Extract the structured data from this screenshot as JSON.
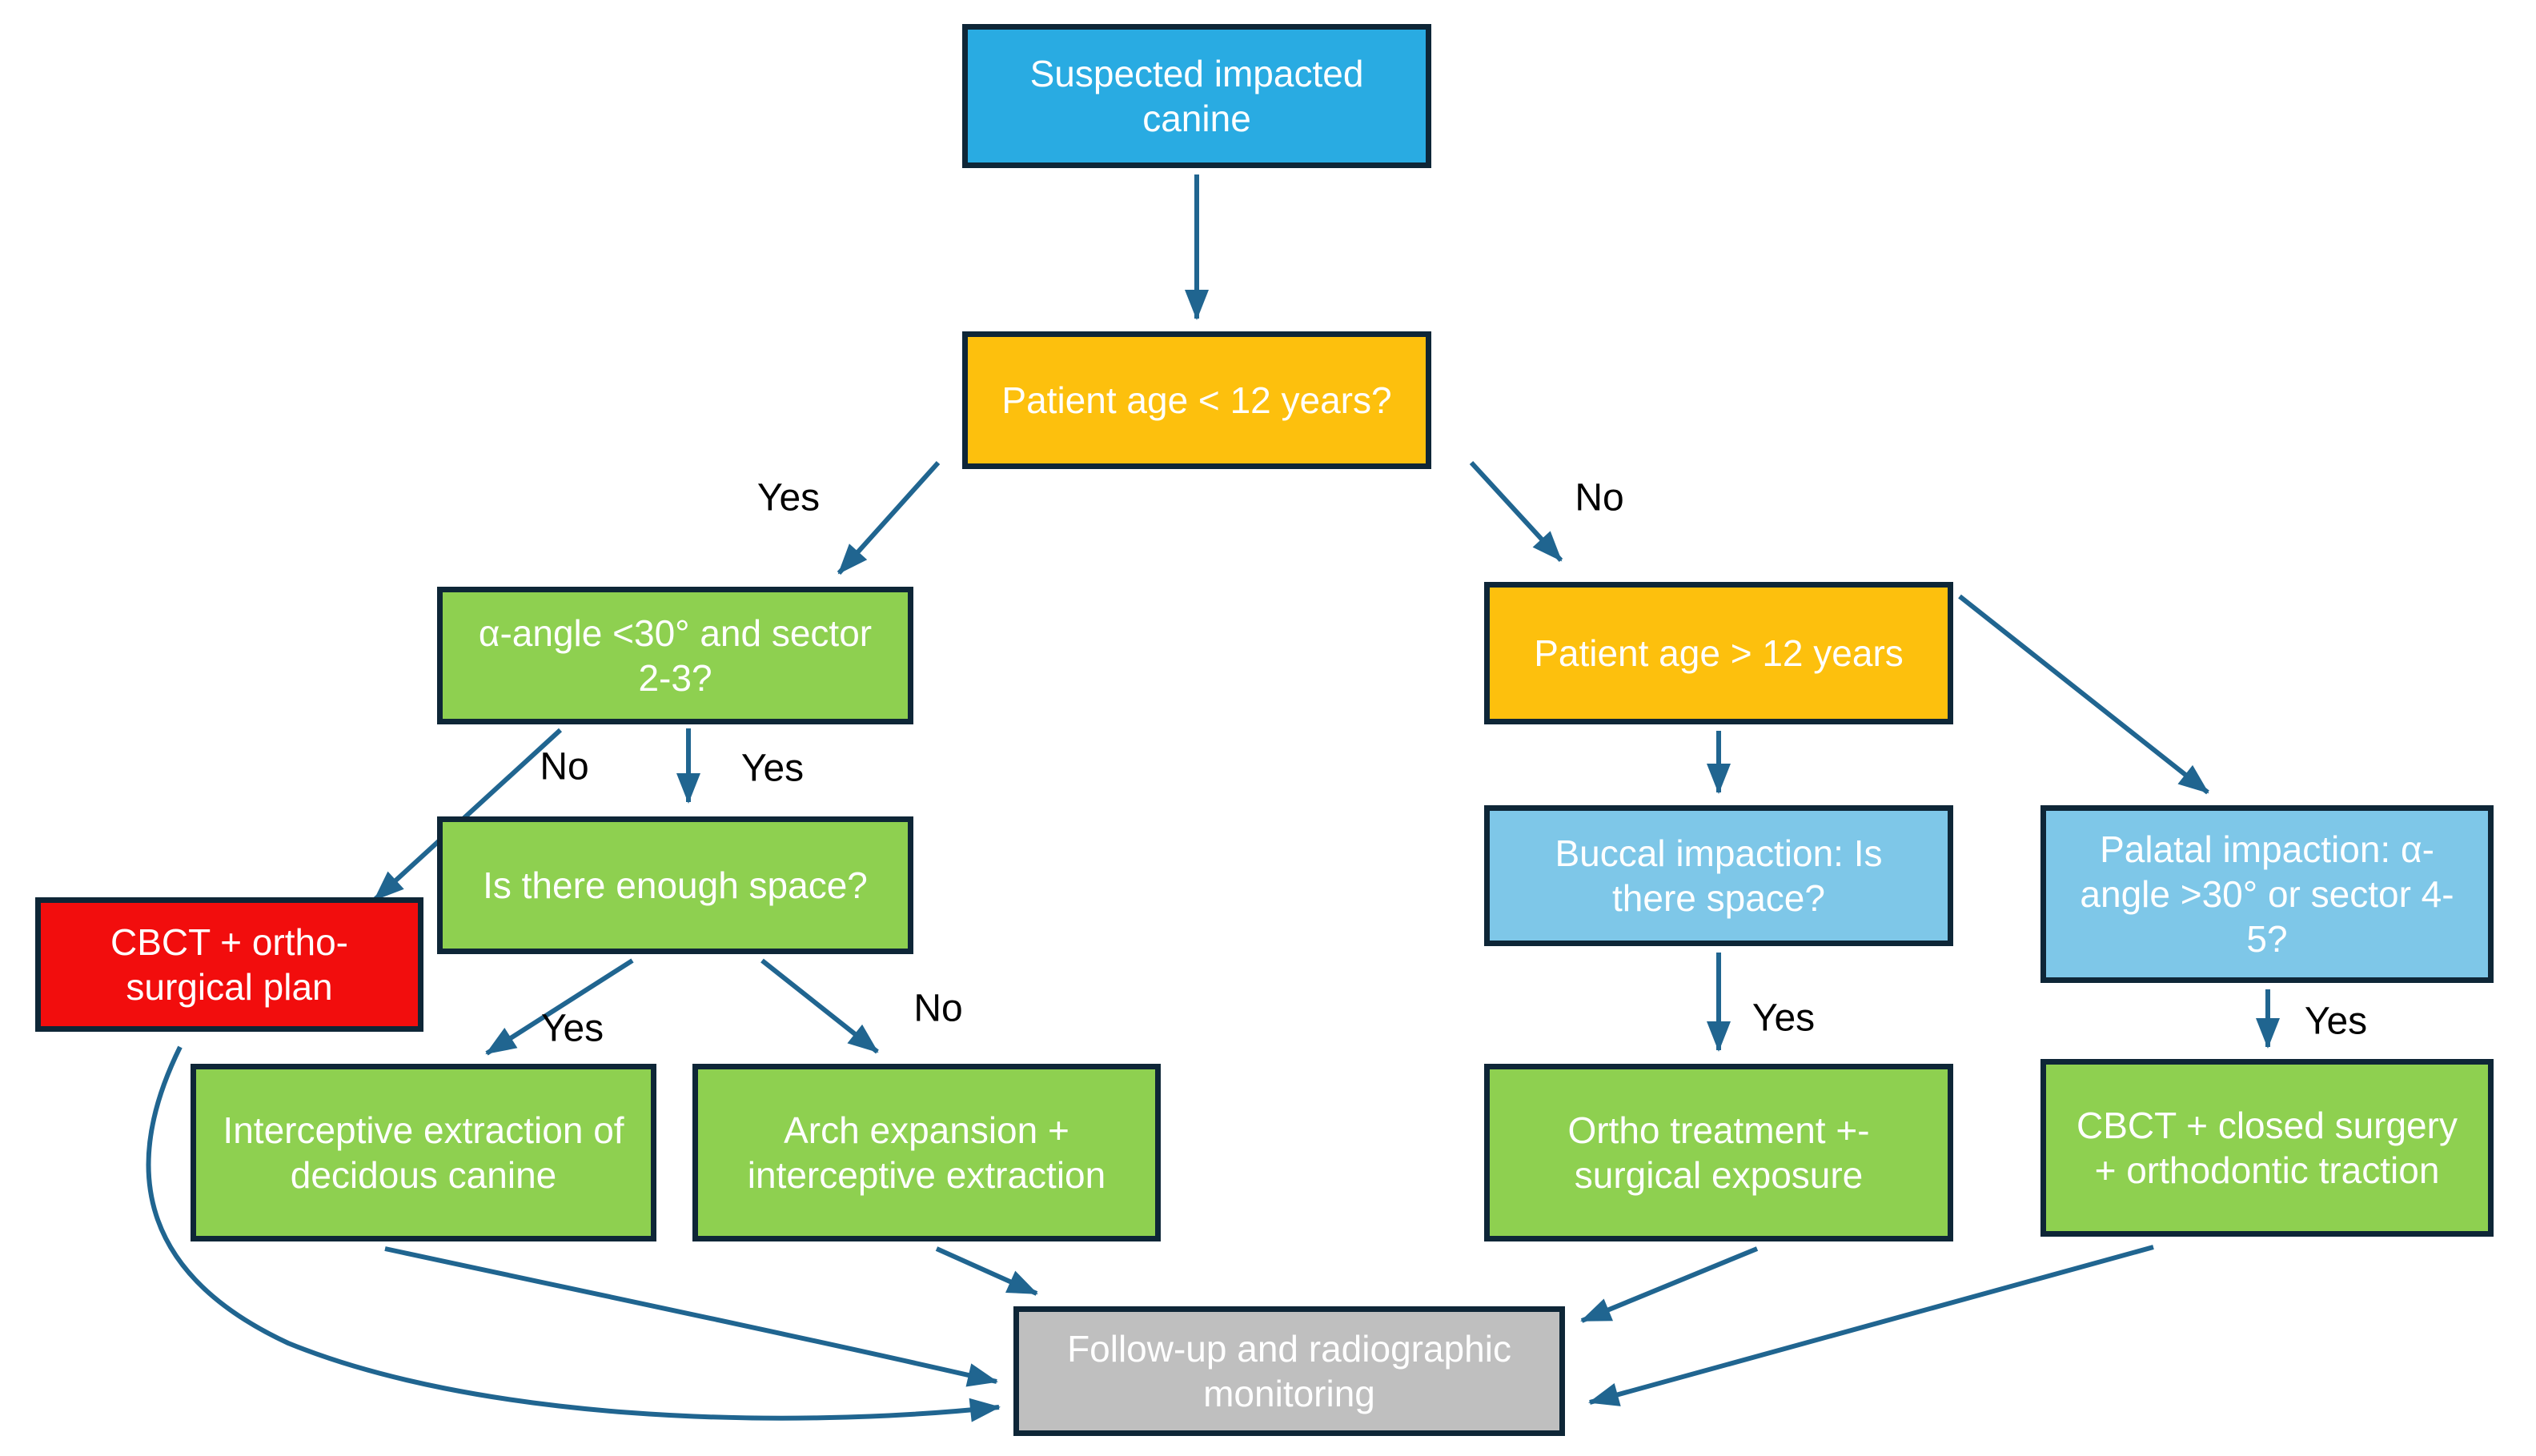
{
  "diagram": {
    "type": "flowchart",
    "topic": "Suspected impacted canine management decision tree",
    "colors": {
      "start_fill": "#29ABE2",
      "decision_fill": "#FDC00D",
      "action_fill": "#8ED050",
      "alert_fill": "#F20D0D",
      "info_fill": "#7EC7E8",
      "terminal_fill": "#BFBFBF",
      "border": "#0E2637",
      "arrow": "#206590",
      "box_text": "#FFFFFF",
      "label_text": "#000000"
    },
    "nodes": [
      {
        "id": "suspected",
        "label": "Suspected impacted canine"
      },
      {
        "id": "age_lt_12",
        "label": "Patient age < 12 years?"
      },
      {
        "id": "alpha_angle",
        "label": "α-angle <30° and sector 2-3?"
      },
      {
        "id": "enough_space",
        "label": "Is there enough space?"
      },
      {
        "id": "cbct_ortho",
        "label": "CBCT + ortho-surgical plan"
      },
      {
        "id": "interceptive_extraction",
        "label": "Interceptive extraction of decidous canine"
      },
      {
        "id": "arch_expansion",
        "label": "Arch expansion + interceptive extraction"
      },
      {
        "id": "age_gt_12",
        "label": "Patient age > 12 years"
      },
      {
        "id": "buccal_impaction",
        "label": "Buccal impaction: Is there space?"
      },
      {
        "id": "palatal_impaction",
        "label": "Palatal impaction: α-angle >30° or sector 4-5?"
      },
      {
        "id": "ortho_treatment",
        "label": "Ortho treatment +- surgical exposure"
      },
      {
        "id": "cbct_closed",
        "label": "CBCT + closed surgery + orthodontic traction"
      },
      {
        "id": "follow_up",
        "label": "Follow-up and radiographic monitoring"
      }
    ],
    "edge_labels": [
      {
        "from": "age_lt_12",
        "to": "alpha_angle",
        "label": "Yes"
      },
      {
        "from": "age_lt_12",
        "to": "age_gt_12",
        "label": "No"
      },
      {
        "from": "alpha_angle",
        "to": "cbct_ortho",
        "label": "No"
      },
      {
        "from": "alpha_angle",
        "to": "enough_space",
        "label": "Yes"
      },
      {
        "from": "enough_space",
        "to": "interceptive_extraction",
        "label": "Yes"
      },
      {
        "from": "enough_space",
        "to": "arch_expansion",
        "label": "No"
      },
      {
        "from": "buccal_impaction",
        "to": "ortho_treatment",
        "label": "Yes"
      },
      {
        "from": "palatal_impaction",
        "to": "cbct_closed",
        "label": "Yes"
      }
    ]
  }
}
